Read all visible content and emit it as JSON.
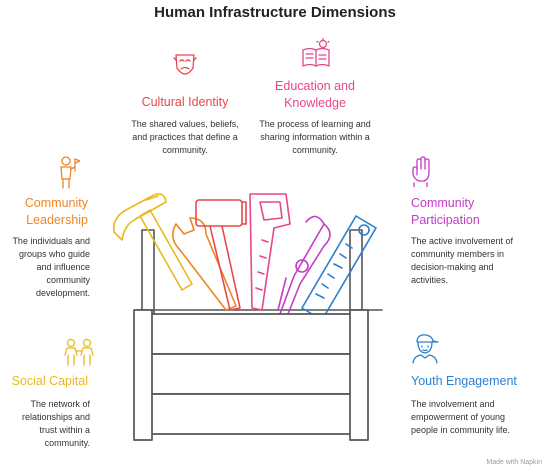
{
  "title": "Human Infrastructure Dimensions",
  "sections": {
    "cultural_identity": {
      "label": "Cultural Identity",
      "description": "The shared values, beliefs, and practices that define a community.",
      "color": "#E8474C",
      "icon": "theater-mask-icon"
    },
    "education": {
      "label": "Education and Knowledge",
      "description": "The process of learning and sharing information within a community.",
      "color": "#E9458B",
      "icon": "open-book-lightbulb-icon"
    },
    "community_leadership": {
      "label": "Community Leadership",
      "description": "The individuals and groups who guide and influence community development.",
      "color": "#EF8524",
      "icon": "leader-flag-icon"
    },
    "community_participation": {
      "label": "Community Participation",
      "description": "The active involvement of community members in decision-making and activities.",
      "color": "#C53CC5",
      "icon": "raised-hand-icon"
    },
    "social_capital": {
      "label": "Social Capital",
      "description": "The network of relationships and trust within a community.",
      "color": "#E9B91C",
      "icon": "people-network-icon"
    },
    "youth_engagement": {
      "label": "Youth Engagement",
      "description": "The involvement and empowerment of young people in community life.",
      "color": "#2B7FCF",
      "icon": "young-person-cap-icon"
    }
  },
  "footer": "Made with Napkin"
}
